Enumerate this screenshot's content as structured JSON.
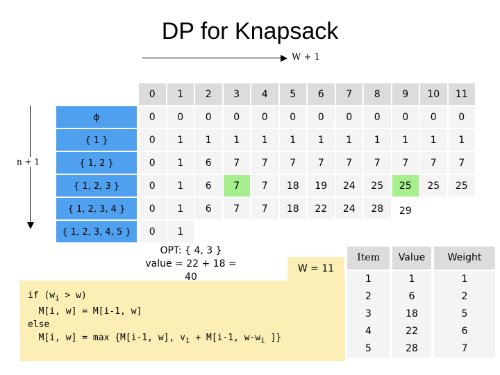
{
  "title": "DP for Knapsack",
  "w_label": "W + 1",
  "n_label": "n + 1",
  "table": {
    "columns": [
      "0",
      "1",
      "2",
      "3",
      "4",
      "5",
      "6",
      "7",
      "8",
      "9",
      "10",
      "11"
    ],
    "rows": [
      {
        "label": "ϕ",
        "values": [
          "0",
          "0",
          "0",
          "0",
          "0",
          "0",
          "0",
          "0",
          "0",
          "0",
          "0",
          "0"
        ]
      },
      {
        "label": "{ 1 }",
        "values": [
          "0",
          "1",
          "1",
          "1",
          "1",
          "1",
          "1",
          "1",
          "1",
          "1",
          "1",
          "1"
        ]
      },
      {
        "label": "{ 1, 2 }",
        "values": [
          "0",
          "1",
          "6",
          "7",
          "7",
          "7",
          "7",
          "7",
          "7",
          "7",
          "7",
          "7"
        ]
      },
      {
        "label": "{ 1, 2, 3 }",
        "values": [
          "0",
          "1",
          "6",
          "7",
          "7",
          "18",
          "19",
          "24",
          "25",
          "25",
          "25",
          "25"
        ]
      },
      {
        "label": "{ 1, 2, 3, 4 }",
        "values": [
          "0",
          "1",
          "6",
          "7",
          "7",
          "18",
          "22",
          "24",
          "28",
          "29",
          "",
          ""
        ]
      },
      {
        "label": "{ 1, 2, 3, 4, 5 }",
        "values": [
          "0",
          "1",
          "",
          "",
          "",
          "",
          "",
          "",
          "",
          "",
          "",
          ""
        ]
      }
    ],
    "highlight_color": "#a6ee8e"
  },
  "opt": {
    "line1": "OPT: { 4, 3 }",
    "line2": "value = 22 + 18 = 40"
  },
  "w_box": "W = 11",
  "code": {
    "line1": "if (wi > w)",
    "line2": "  M[i, w] = M[i-1, w]",
    "line3": "else",
    "line4": "  M[i, w] = max {M[i-1, w], vi + M[i-1, w-wi ]}"
  },
  "items": {
    "headers": [
      "Item",
      "Value",
      "Weight"
    ],
    "rows": [
      [
        "1",
        "1",
        "1"
      ],
      [
        "2",
        "6",
        "2"
      ],
      [
        "3",
        "18",
        "5"
      ],
      [
        "4",
        "22",
        "6"
      ],
      [
        "5",
        "28",
        "7"
      ]
    ]
  },
  "colors": {
    "row_label_bg": "#4fa0ee",
    "code_bg": "#fbefb6",
    "header_bg": "#dcdcdc"
  }
}
